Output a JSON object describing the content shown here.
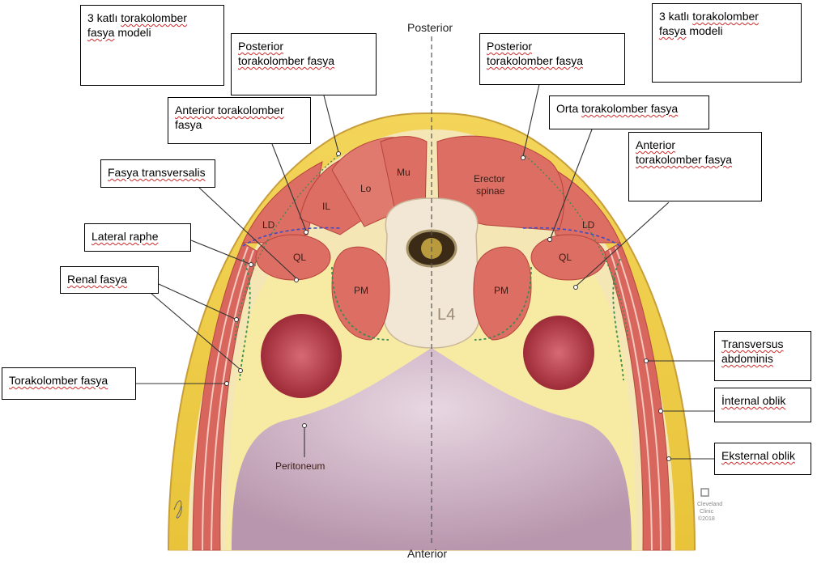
{
  "orientation": {
    "top": "Posterior",
    "bottom": "Anterior"
  },
  "model_titles": {
    "left": [
      "3 katlı ",
      "torakolomber",
      " ",
      "fasya",
      " modeli"
    ],
    "right": [
      "3 katlı ",
      "torakolomber",
      " ",
      "fasya",
      " modeli"
    ]
  },
  "callouts": {
    "posterior_left": {
      "l1": "Posterior",
      "l2": "torakolomber fasya"
    },
    "posterior_right": {
      "l1": "Posterior",
      "l2": "torakolomber fasya"
    },
    "anterior_left": {
      "l1a": "Anterior ",
      "l1b": "torakolomber",
      "l2": "fasya"
    },
    "orta_right": {
      "l1a": "Orta ",
      "l1b": "torakolomber fasya"
    },
    "anterior_right": {
      "l1": "Anterior",
      "l2": "torakolomber fasya"
    },
    "fasya_transversalis": "Fasya transversalis",
    "lateral_raphe": "Lateral raphe",
    "renal_fasya": "Renal fasya",
    "torakolomber_fasya": "Torakolomber fasya",
    "transversus": {
      "l1": "Transversus",
      "l2": "abdominis"
    },
    "internal_oblik": "İnternal oblik",
    "eksternal_oblik": "Eksternal oblik"
  },
  "anatomy_labels": {
    "mu": "Mu",
    "lo": "Lo",
    "il": "IL",
    "ld_left": "LD",
    "ld_right": "LD",
    "ql_left": "QL",
    "ql_right": "QL",
    "pm_left": "PM",
    "pm_right": "PM",
    "erector_1": "Erector",
    "erector_2": "spinae",
    "vertebra": "L4",
    "peritoneum": "Peritoneum"
  },
  "credit": {
    "line1": "Cleveland",
    "line2": "Clinic",
    "line3": "©2018"
  },
  "colors": {
    "skin": "#f6e7c4",
    "fat": "#f2d34f",
    "muscle": "#dc6e63",
    "muscle_dark": "#b8433d",
    "bone": "#f4ead8",
    "kidney": "#b43a46",
    "cavity": "#c4a6b9",
    "fascia_green": "#3a8c52",
    "fascia_blue": "#3a4cc8"
  }
}
